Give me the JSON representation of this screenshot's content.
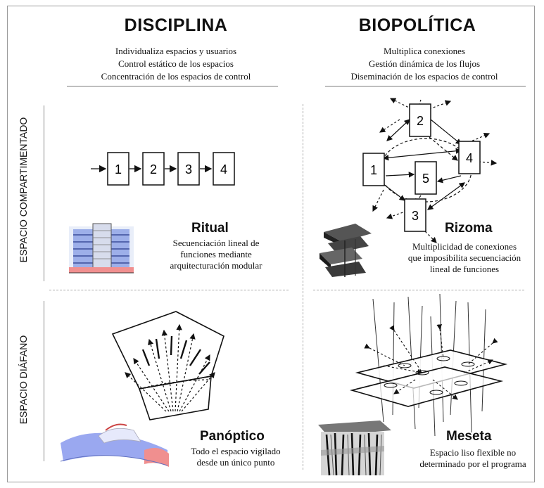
{
  "columns": {
    "left": {
      "heading": "DISCIPLINA",
      "lines": [
        "Individualiza espacios y usuarios",
        "Control estático de los espacios",
        "Concentración de los espacios de control"
      ]
    },
    "right": {
      "heading": "BIOPOLÍTICA",
      "lines": [
        "Multiplica conexiones",
        "Gestión dinámica de los flujos",
        "Diseminación de los espacios de control"
      ]
    }
  },
  "rows": {
    "top": {
      "label": "ESPACIO COMPARTIMENTADO"
    },
    "bottom": {
      "label": "ESPACIO DIÁFANO"
    }
  },
  "cells": {
    "ritual": {
      "title": "Ritual",
      "lines": [
        "Secuenciación lineal de",
        "funciones mediante",
        "arquitecturación modular"
      ],
      "sequence": [
        "1",
        "2",
        "3",
        "4"
      ]
    },
    "rizoma": {
      "title": "Rizoma",
      "lines": [
        "Multiplicidad de conexiones",
        "que imposibilita secuenciación",
        "lineal de funciones"
      ],
      "nodes": [
        "1",
        "2",
        "3",
        "4",
        "5"
      ]
    },
    "panoptico": {
      "title": "Panóptico",
      "lines": [
        "Todo el espacio vigilado",
        "desde un único punto"
      ]
    },
    "meseta": {
      "title": "Meseta",
      "lines": [
        "Espacio liso flexible no",
        "determinado por el programa"
      ]
    }
  }
}
